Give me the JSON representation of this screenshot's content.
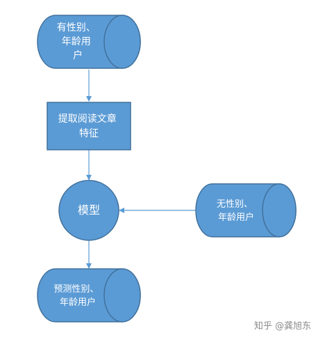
{
  "colors": {
    "node_fill": "#5b9bd5",
    "node_stroke": "#41719c",
    "arrow": "#5b9bd5",
    "text": "#ffffff",
    "watermark": "#8a8a8a"
  },
  "nodes": {
    "input_users": {
      "shape": "cylinder",
      "lines": [
        "有性别、",
        "年龄用",
        "户"
      ]
    },
    "feature_extract": {
      "shape": "rectangle",
      "lines": [
        "提取阅读文章",
        "特征"
      ]
    },
    "model": {
      "shape": "circle",
      "lines": [
        "模型"
      ]
    },
    "unknown_users": {
      "shape": "cylinder",
      "lines": [
        "无性别、",
        "年龄用户"
      ]
    },
    "prediction": {
      "shape": "cylinder",
      "lines": [
        "预测性别、",
        "年龄用户"
      ]
    }
  },
  "watermark": {
    "text": "知乎 @龚旭东"
  }
}
